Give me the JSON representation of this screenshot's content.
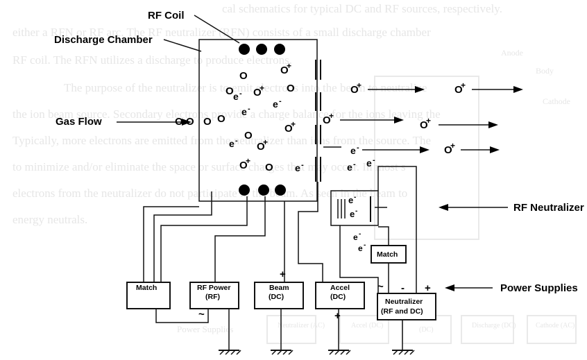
{
  "background_text": {
    "lines": [
      "cal schematics for typical DC and RF sources, respectively.",
      "either a RFN or RF arc. The RF neutralizer (RFN) consists of a small discharge chamber",
      "RF coil. The RFN utilizes a discharge to produce electrons.",
      "The purpose of the neutralizer is to emit electrons into the beam to neutralize",
      "the ion beam source. Secondary electrons provide a charge balance for the ions leaving the",
      "Typically, more electrons are emitted from the neutralizer than ions from the source. The",
      "to minimize and/or eliminate the space or surface charges that may occur. In most s",
      "electrons from the neutralizer do not participate in the beam. As seen in the beam to",
      "energy neutrals."
    ],
    "faint_labels": [
      "Anode",
      "Body",
      "Cathode",
      "Power Supplies",
      "Neutralizer (AC)",
      "Accel (DC)",
      "(DC)",
      "Discharge (DC)",
      "Cathode (AC)"
    ]
  },
  "labels": {
    "rf_coil": "RF Coil",
    "discharge_chamber": "Discharge Chamber",
    "gas_flow": "Gas Flow",
    "rf_neutralizer": "RF Neutralizer",
    "power_supplies": "Power Supplies"
  },
  "boxes": {
    "match_left": "Match",
    "rf_power_line1": "RF Power",
    "rf_power_line2": "(RF)",
    "beam_line1": "Beam",
    "beam_line2": "(DC)",
    "accel_line1": "Accel",
    "accel_line2": "(DC)",
    "match_right": "Match",
    "neutralizer_line1": "Neutralizer",
    "neutralizer_line2": "(RF and DC)"
  },
  "signs": {
    "beam_plus": "+",
    "accel_plus": "+",
    "rf_tilde": "~",
    "neut_tilde": "~",
    "neut_minus": "-",
    "neut_plus": "+"
  },
  "particles": {
    "electron": "e",
    "electron_sup": "-",
    "ion_plus": "+",
    "neutral": "O"
  }
}
